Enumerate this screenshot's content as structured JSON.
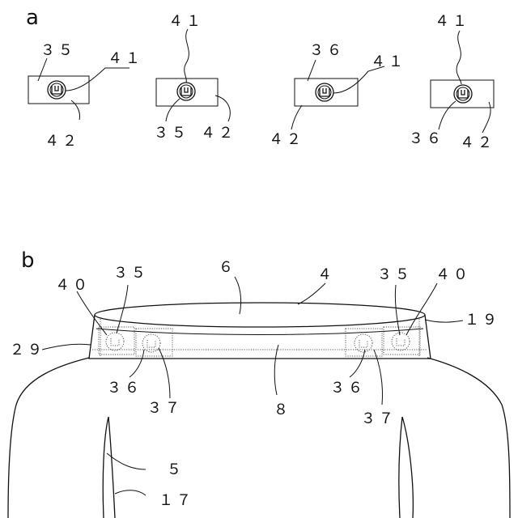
{
  "panels": {
    "a": "a",
    "b": "b"
  },
  "figure_a": {
    "tags": [
      {
        "top_label": "３５",
        "pointer_label": "４１",
        "bottom_label": "４２"
      },
      {
        "top_label": "４１",
        "bottom_left_label": "３５",
        "bottom_right_label": "４２"
      },
      {
        "top_label": "３６",
        "pointer_label": "４１",
        "bottom_label": "４２"
      },
      {
        "top_label": "４１",
        "bottom_left_label": "３６",
        "bottom_right_label": "４２"
      }
    ]
  },
  "figure_b": {
    "labels": {
      "l6": "６",
      "l4": "４",
      "l40_left": "４０",
      "l35_left": "３５",
      "l35_right": "３５",
      "l40_right": "４０",
      "l19": "１９",
      "l29": "２９",
      "l36_left": "３６",
      "l37_left": "３７",
      "l8": "８",
      "l36_right": "３６",
      "l37_right": "３７",
      "l5": "５",
      "l17": "１７"
    }
  }
}
